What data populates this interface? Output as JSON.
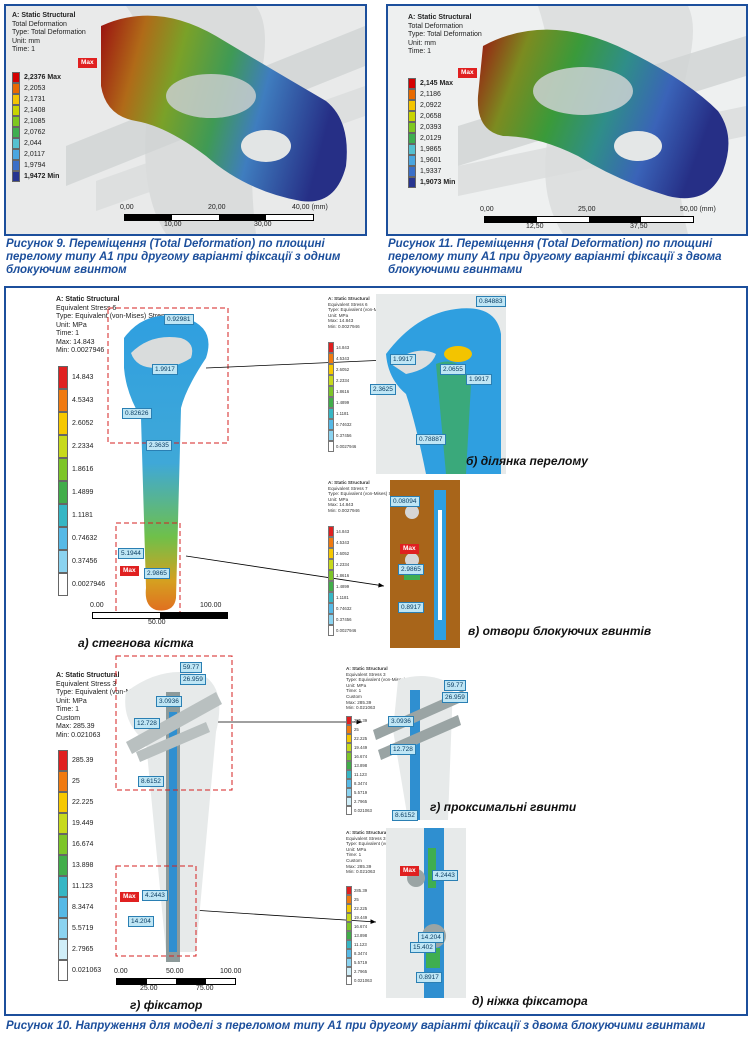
{
  "fig9": {
    "header": [
      "A: Static Structural",
      "Total Deformation",
      "Type: Total Deformation",
      "Unit: mm",
      "Time: 1"
    ],
    "legend": [
      "2,2376 Max",
      "2,2053",
      "2,1731",
      "2,1408",
      "2,1085",
      "2,0762",
      "2,044",
      "2,0117",
      "1,9794",
      "1,9472 Min"
    ],
    "max_tag": "Max",
    "scale_top": [
      "0,00",
      "20,00",
      "40,00 (mm)"
    ],
    "scale_bottom": [
      "10,00",
      "30,00"
    ],
    "caption": "Рисунок 9. Переміщення (Total Deformation) по площині перелому типу А1 при другому варіанті фіксації з одним блокуючим гвинтом"
  },
  "fig11": {
    "header": [
      "A: Static Structural",
      "Total Deformation",
      "Type: Total Deformation",
      "Unit: mm",
      "Time: 1"
    ],
    "legend": [
      "2,145 Max",
      "2,1186",
      "2,0922",
      "2,0658",
      "2,0393",
      "2,0129",
      "1,9865",
      "1,9601",
      "1,9337",
      "1,9073 Min"
    ],
    "max_tag": "Max",
    "scale_top": [
      "0,00",
      "25,00",
      "50,00 (mm)"
    ],
    "scale_bottom": [
      "12,50",
      "37,50"
    ],
    "caption": "Рисунок 11. Переміщення (Total Deformation) по площині перелому типу А1 при другому варіанті фіксації з двома блокуючими гвинтами"
  },
  "fig10": {
    "a": {
      "header": [
        "A: Static Structural",
        "Equivalent Stress 6",
        "Type: Equivalent (von-Mises) Stress",
        "Unit: MPa",
        "Time: 1",
        "Max: 14.843",
        "Min: 0.0027946"
      ],
      "legend": [
        "14.843",
        "4.5343",
        "2.6052",
        "2.2334",
        "1.8616",
        "1.4899",
        "1.1181",
        "0.74632",
        "0.37456",
        "0.0027946"
      ],
      "probes": [
        "0.92981",
        "1.9917",
        "0.82626",
        "2.3635",
        "5.1944",
        "2.9865"
      ],
      "max_tag": "Max",
      "scale_top": [
        "0.00",
        "100.00"
      ],
      "scale_bottom": [
        "50.00"
      ],
      "caption": "а) стегнова кістка"
    },
    "b": {
      "header": [
        "A: Static Structural",
        "Equivalent Stress 6",
        "Type: Equivalent (von-Mises) Stress",
        "Unit: MPa",
        "Max: 14.843",
        "Min: 0.0027946"
      ],
      "legend": [
        "14.843",
        "4.5343",
        "2.6052",
        "2.2334",
        "1.8616",
        "1.4899",
        "1.1181",
        "0.74632",
        "0.37456",
        "0.0027946"
      ],
      "probes": [
        "0.84883",
        "1.9917",
        "2.0655",
        "1.9917",
        "2.3625",
        "0.78887"
      ],
      "caption": "б) ділянка перелому"
    },
    "c": {
      "header": [
        "A: Static Structural",
        "Equivalent Stress 7",
        "Type: Equivalent (von-Mises) Stress",
        "Unit: MPa",
        "Max: 14.843",
        "Min: 0.0027946"
      ],
      "legend": [
        "14.843",
        "4.5343",
        "2.6052",
        "2.2334",
        "1.8616",
        "1.4899",
        "1.1181",
        "0.74632",
        "0.37456",
        "0.0027946"
      ],
      "probes": [
        "0.08094",
        "2.9865",
        "0.8917"
      ],
      "max_tag": "Max",
      "caption": "в) отвори блокуючих гвинтів"
    },
    "d": {
      "header": [
        "A: Static Structural",
        "Equivalent Stress 3",
        "Type: Equivalent (von-Mises) Stress",
        "Unit: MPa",
        "Time: 1",
        "Custom",
        "Max: 285.39",
        "Min: 0.021063"
      ],
      "legend": [
        "285.39",
        "25",
        "22.225",
        "19.449",
        "16.674",
        "13.898",
        "11.123",
        "8.3474",
        "5.5719",
        "2.7965",
        "0.021063"
      ],
      "probes": [
        "59.77",
        "26.959",
        "3.0936",
        "12.728",
        "8.6152",
        "4.2443",
        "14.204"
      ],
      "max_tag": "Max",
      "scale_top": [
        "0.00",
        "50.00",
        "100.00"
      ],
      "scale_bottom": [
        "25.00",
        "75.00"
      ],
      "caption": "г) фіксатор"
    },
    "e": {
      "header": [
        "A: Static Structural",
        "Equivalent Stress 3",
        "Type: Equivalent (von-Mises) Stress",
        "Unit: MPa",
        "Time: 1",
        "Custom",
        "Max: 285.39",
        "Min: 0.021063"
      ],
      "legend": [
        "285.39",
        "25",
        "22.225",
        "19.449",
        "16.674",
        "13.898",
        "11.123",
        "8.3474",
        "5.5719",
        "2.7965",
        "0.021063"
      ],
      "probes": [
        "59.77",
        "26.959",
        "3.0936",
        "12.728",
        "8.6152"
      ],
      "caption": "г) проксимальні гвинти"
    },
    "f": {
      "header": [
        "A: Static Structural",
        "Equivalent Stress 3",
        "Type: Equivalent (von-Mises) Stress",
        "Unit: MPa",
        "Time: 1",
        "Custom",
        "Max: 285.39",
        "Min: 0.021063"
      ],
      "legend": [
        "285.39",
        "25",
        "22.225",
        "19.449",
        "16.674",
        "13.898",
        "11.123",
        "8.3474",
        "5.5719",
        "2.7965",
        "0.021063"
      ],
      "probes": [
        "4.2443",
        "14.204",
        "15.402",
        "0.8917"
      ],
      "max_tag": "Max",
      "caption": "д) ніжка фіксатора"
    },
    "caption": "Рисунок 10. Напруження для моделі з переломом типу А1 при другому варіанті фіксації з двома блокуючими гвинтами"
  },
  "colors": {
    "frame": "#1c4f9c",
    "caption": "#1c4f9c",
    "legend": [
      "#d40000",
      "#e86a00",
      "#f3c400",
      "#c8d400",
      "#7ec820",
      "#3fae50",
      "#55c0d0",
      "#4aa6e0",
      "#3a6fc8",
      "#273590"
    ],
    "legend_stress": [
      "#e02020",
      "#f07a10",
      "#f6c800",
      "#c7d91c",
      "#7dc528",
      "#41ad4a",
      "#36b6c4",
      "#56b9e6",
      "#8bd3f0",
      "#ffffff"
    ]
  }
}
